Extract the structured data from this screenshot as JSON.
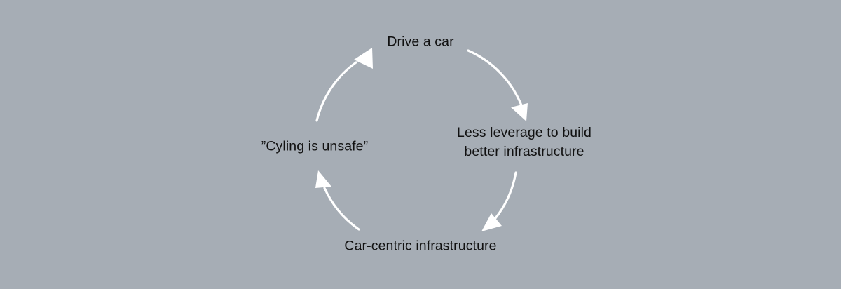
{
  "diagram": {
    "type": "vicious-cycle",
    "direction": "clockwise",
    "background_color": "#a6adb5",
    "text_color": "#111111",
    "arrow_color": "#ffffff",
    "nodes": [
      {
        "id": "drive-a-car",
        "position": "top",
        "label": "Drive a car"
      },
      {
        "id": "less-leverage",
        "position": "right",
        "label": "Less leverage to build\nbetter infrastructure"
      },
      {
        "id": "car-centric-infrastructure",
        "position": "bottom",
        "label": "Car-centric infrastructure"
      },
      {
        "id": "cycling-is-unsafe",
        "position": "left",
        "label": "”Cyling is unsafe”"
      }
    ],
    "arrows": [
      {
        "id": "arrow-top-to-right",
        "from": "drive-a-car",
        "to": "less-leverage"
      },
      {
        "id": "arrow-right-to-bottom",
        "from": "less-leverage",
        "to": "car-centric-infrastructure"
      },
      {
        "id": "arrow-bottom-to-left",
        "from": "car-centric-infrastructure",
        "to": "cycling-is-unsafe"
      },
      {
        "id": "arrow-left-to-top",
        "from": "cycling-is-unsafe",
        "to": "drive-a-car"
      }
    ]
  }
}
